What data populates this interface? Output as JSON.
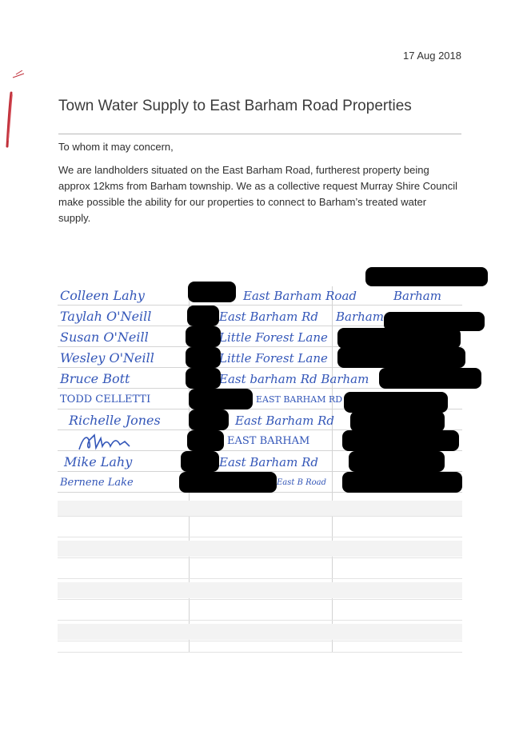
{
  "letter": {
    "date": "17 Aug 2018",
    "title": "Town Water Supply to East Barham Road Properties",
    "salutation": "To whom it may concern,",
    "body": "We are landholders situated on the East Barham Road, furtherest property being approx 12kms from Barham township.  We as a collective request Murray Shire Council make possible the ability for our properties to connect to Barham’s treated water supply."
  },
  "signatures": [
    {
      "name": "Colleen Lahy",
      "road": "East Barham Road",
      "town": "Barham"
    },
    {
      "name": "Taylah O'Neill",
      "road": "East Barham Rd",
      "town": "Barham"
    },
    {
      "name": "Susan O'Neill",
      "road": "Little Forest Lane",
      "town": ""
    },
    {
      "name": "Wesley O'Neill",
      "road": "Little Forest Lane",
      "town": ""
    },
    {
      "name": "Bruce Bott",
      "road": "East barham Rd Barham",
      "town": ""
    },
    {
      "name": "TODD CELLETTI",
      "road": "EAST BARHAM RD",
      "town": ""
    },
    {
      "name": "Richelle Jones",
      "road": "East Barham Rd",
      "town": ""
    },
    {
      "name": "",
      "road": "EAST BARHAM",
      "town": ""
    },
    {
      "name": "Mike Lahy",
      "road": "East Barham Rd",
      "town": ""
    },
    {
      "name": "Bernene Lake",
      "road": "East B Road",
      "town": ""
    }
  ],
  "colors": {
    "ink": "#3356b8",
    "redaction": "#000000",
    "pen_mark": "#c0303a"
  }
}
